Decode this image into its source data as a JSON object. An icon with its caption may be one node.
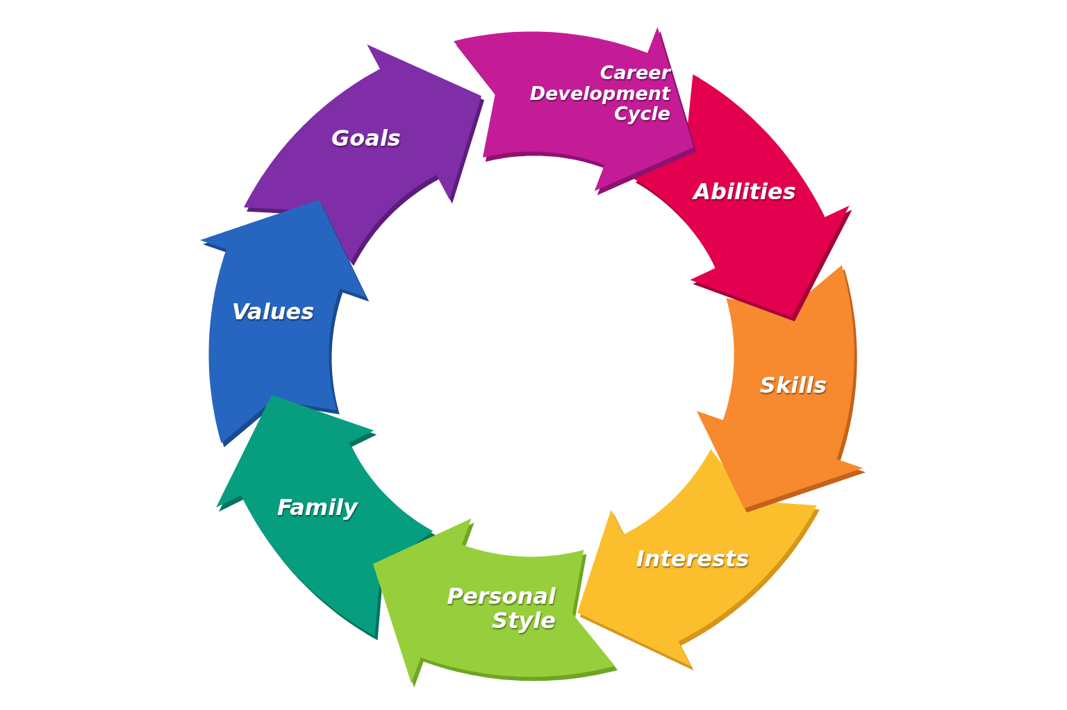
{
  "diagram": {
    "nodes": [
      {
        "text": [
          "Career Development Cycle"
        ]
      },
      {
        "text": [
          "Abilities"
        ]
      },
      {
        "text": [
          "Skills"
        ]
      },
      {
        "text": [
          "Interests"
        ]
      },
      {
        "text": [
          "Personal Style"
        ]
      },
      {
        "text": [
          "Family"
        ]
      },
      {
        "text": [
          "Values"
        ]
      },
      {
        "text": [
          "Goals"
        ]
      }
    ]
  }
}
